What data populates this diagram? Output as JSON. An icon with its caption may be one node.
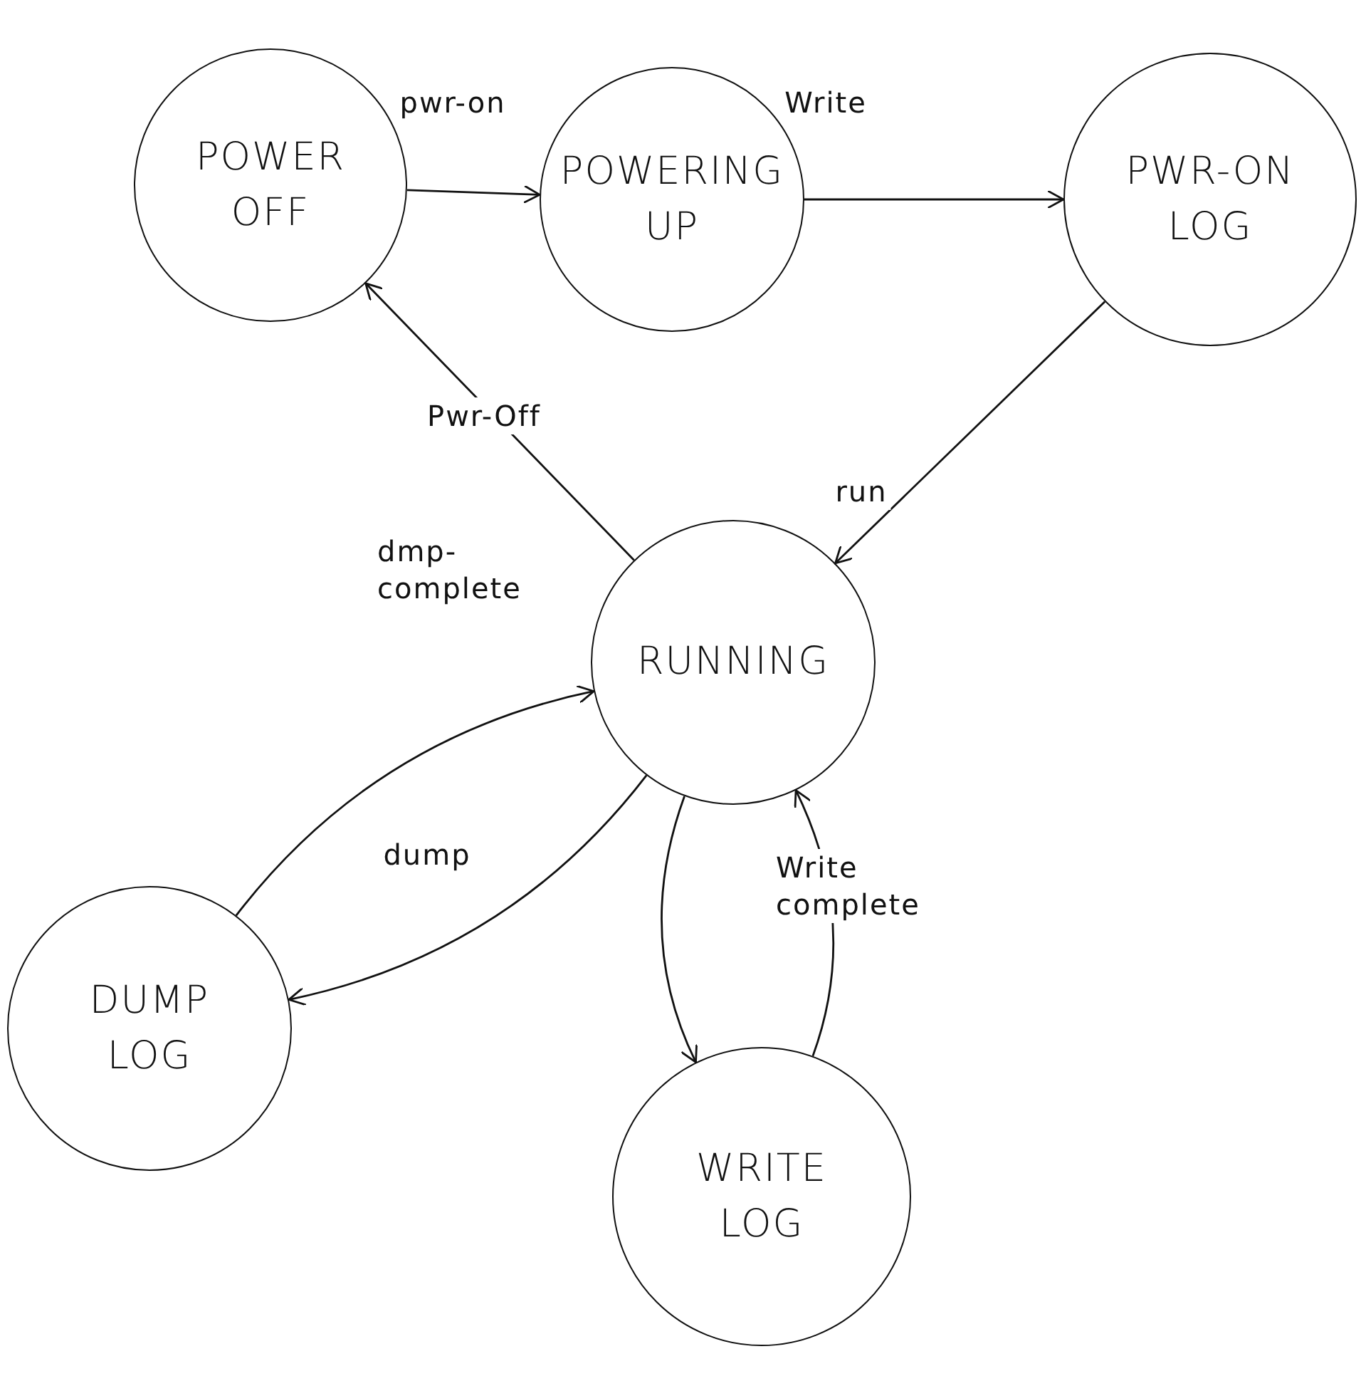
{
  "diagram": {
    "nodes": [
      {
        "text": [
          "POWER OFF"
        ]
      },
      {
        "text": [
          "POWERING UP"
        ]
      },
      {
        "text": [
          "PWR-ON LOG"
        ]
      },
      {
        "text": [
          "RUNNING"
        ]
      },
      {
        "text": [
          "DUMP LOG"
        ]
      },
      {
        "text": [
          "WRITE LOG"
        ]
      }
    ],
    "edges": [
      {
        "from": 0,
        "to": 1,
        "arrow": "to",
        "label": "pwr-on"
      },
      {
        "from": 1,
        "to": 2,
        "arrow": "to",
        "label": "Write"
      },
      {
        "from": 2,
        "to": 3,
        "arrow": "to",
        "label": "run"
      },
      {
        "from": 3,
        "to": 0,
        "arrow": "to",
        "label": "Pwr-Off"
      },
      {
        "from": 4,
        "to": 3,
        "arrow": "to",
        "label": "dmp-complete"
      },
      {
        "from": 3,
        "to": 4,
        "arrow": "to",
        "label": "dump"
      },
      {
        "from": 3,
        "to": 5,
        "arrow": "to"
      },
      {
        "from": 5,
        "to": 3,
        "arrow": "to",
        "label": "Write complete"
      }
    ]
  }
}
